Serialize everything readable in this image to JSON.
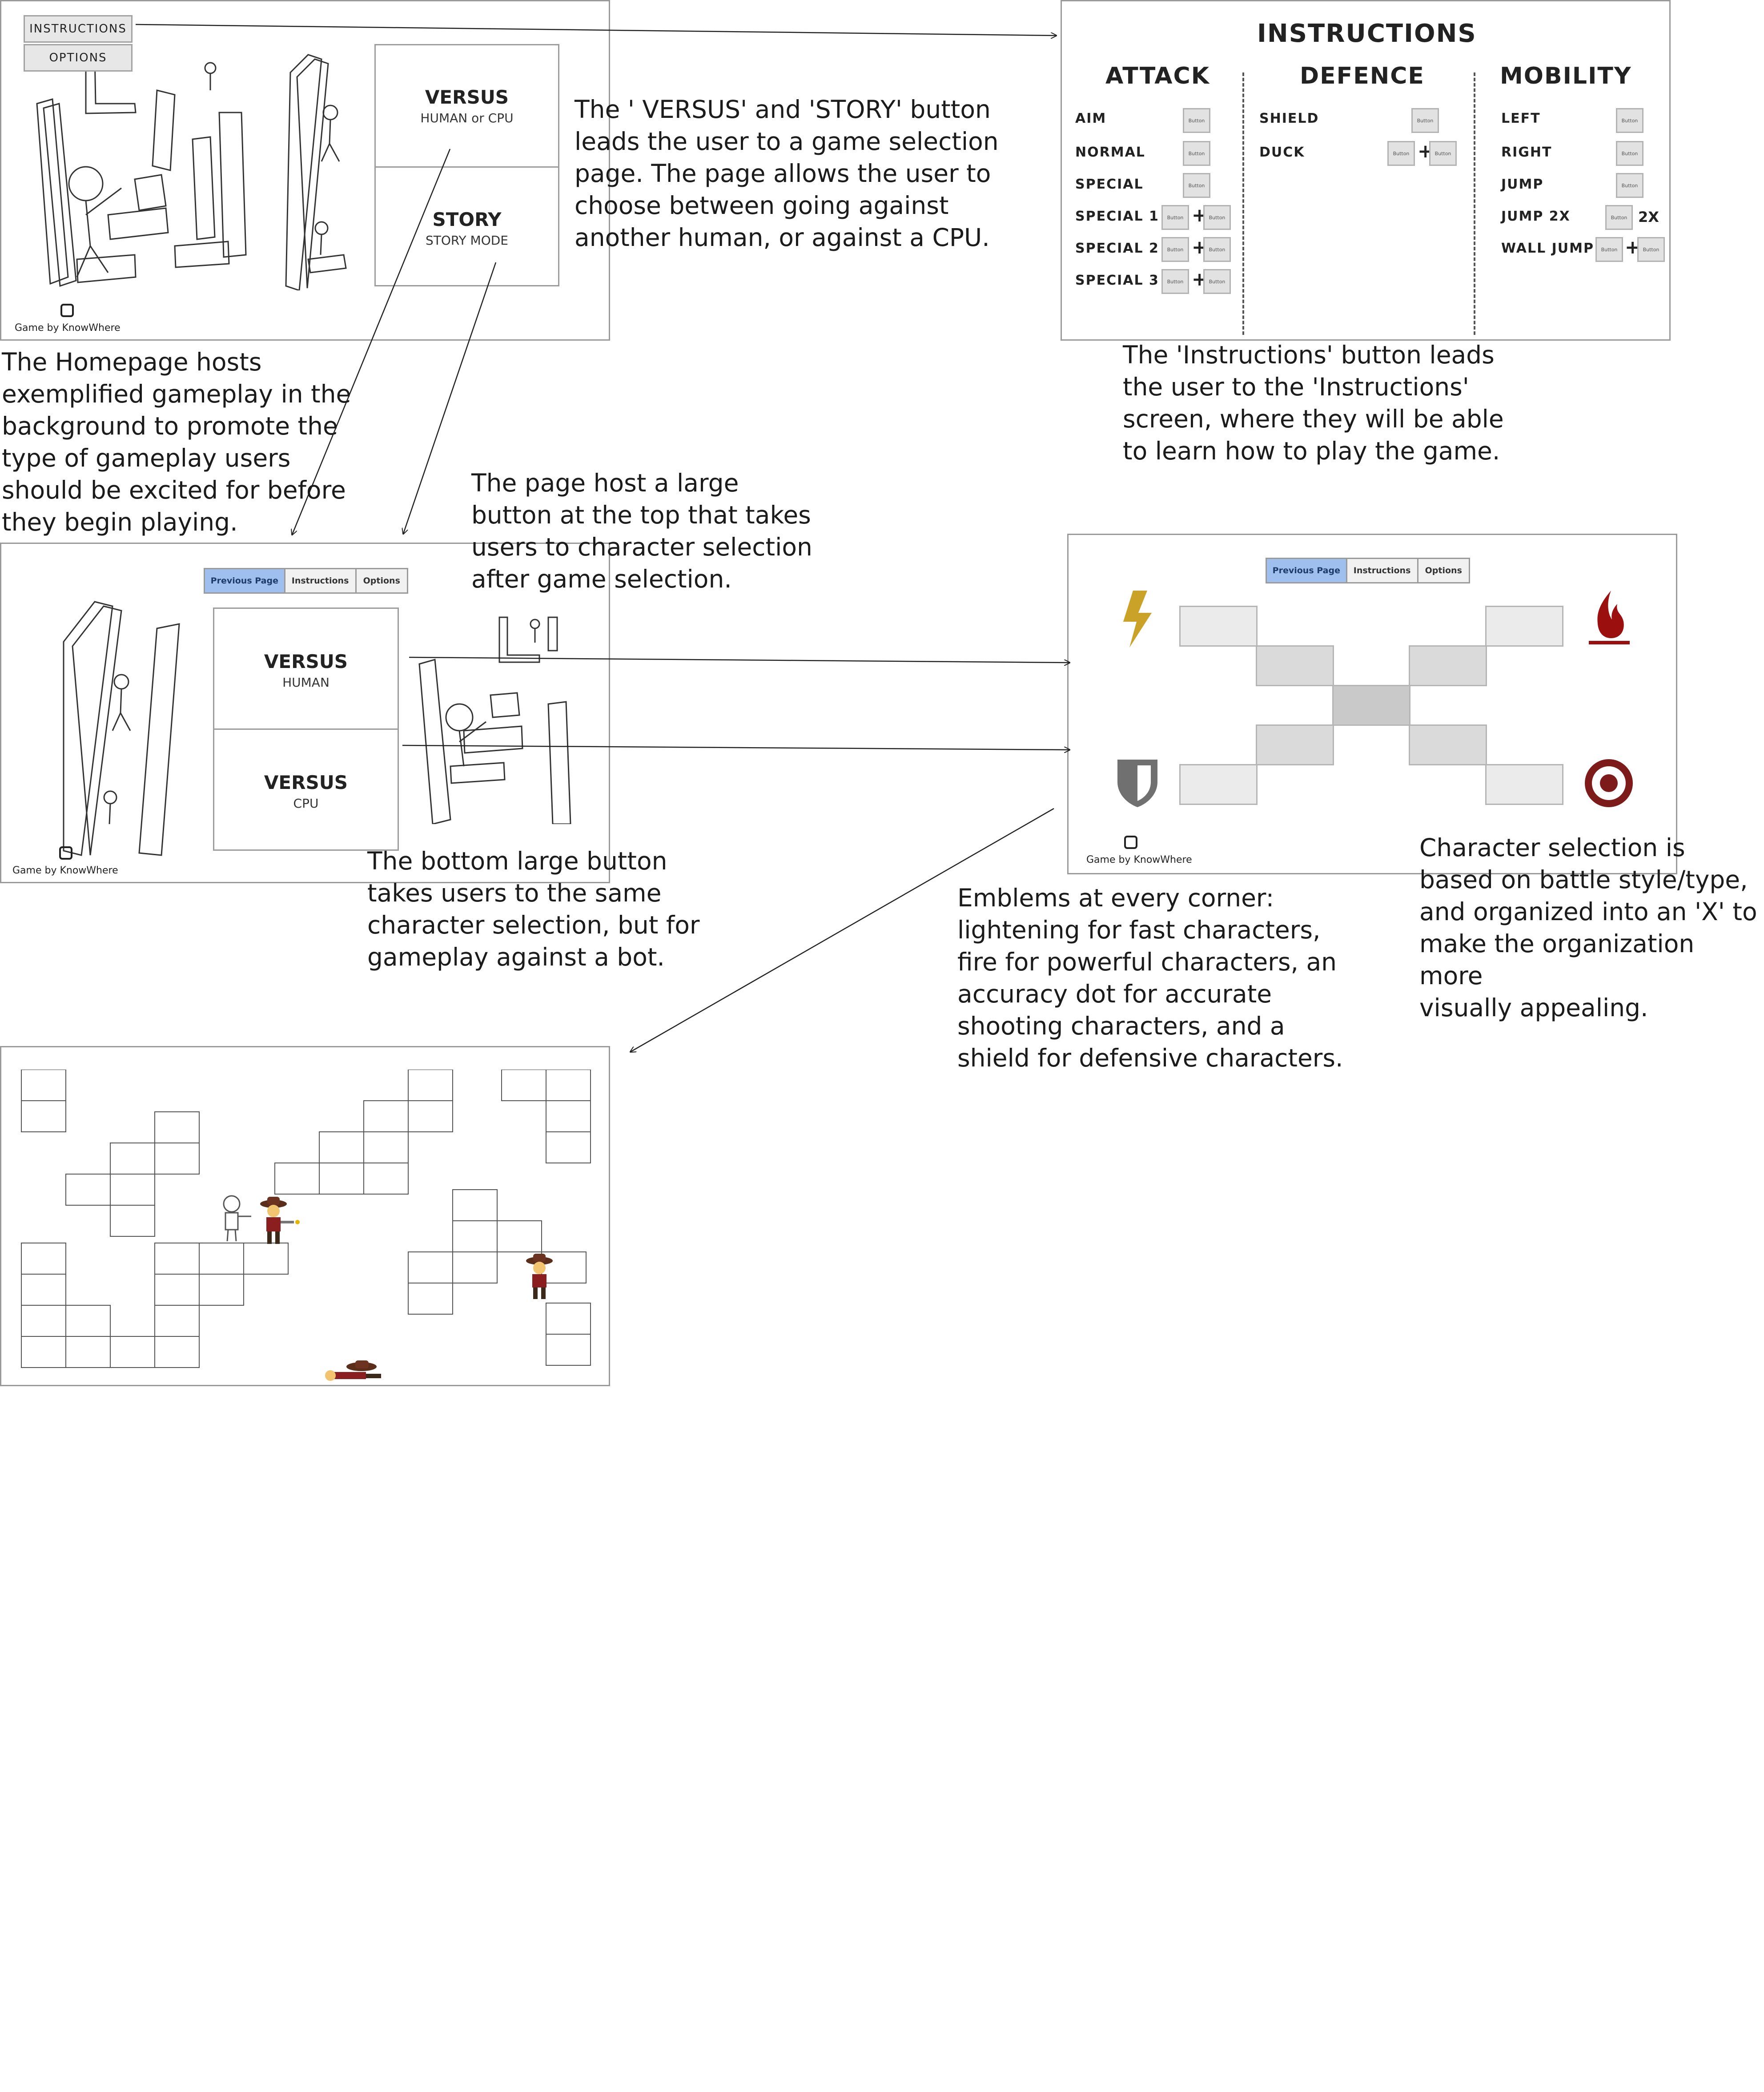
{
  "homepage": {
    "instructions_btn": "INSTRUCTIONS",
    "options_btn": "OPTIONS",
    "versus_title": "VERSUS",
    "versus_sub": "HUMAN or CPU",
    "story_title": "STORY",
    "story_sub": "STORY MODE",
    "credit": "Game by KnowWhere"
  },
  "notes": {
    "versus_story": "The ' VERSUS' and 'STORY' button\nleads the user to a game selection\npage. The page allows the user to\nchoose between going against\nanother human, or against a CPU.",
    "homepage": "The Homepage hosts\nexemplified gameplay in the\nbackground to promote the\ntype of gameplay users\nshould be excited for before\nthey begin playing.",
    "instructions": "The 'Instructions' button leads\nthe user to the 'Instructions'\nscreen, where they will be able\nto learn how to play the game.",
    "large_top": "The page host a large\nbutton at the top that takes\nusers to character selection\nafter game selection.",
    "bottom_btn": "The bottom large button\ntakes users to the same\ncharacter selection, but for\ngameplay against a bot.",
    "emblems": "Emblems at every corner:\nlightening for fast characters,\nfire for powerful characters, an\naccuracy dot for accurate\nshooting characters, and a\nshield for defensive characters.",
    "char_select": "Character selection is\nbased on battle style/type,\nand organized into an 'X' to\nmake the organization more\nvisually appealing."
  },
  "instructions_screen": {
    "title": "INSTRUCTIONS",
    "button_text": "Button",
    "plus": "+",
    "columns": [
      {
        "heading": "ATTACK",
        "rows": [
          "AIM",
          "NORMAL",
          "SPECIAL",
          "SPECIAL 1",
          "SPECIAL 2",
          "SPECIAL 3"
        ]
      },
      {
        "heading": "DEFENCE",
        "rows": [
          "SHIELD",
          "DUCK"
        ]
      },
      {
        "heading": "MOBILITY",
        "rows": [
          "LEFT",
          "RIGHT",
          "JUMP",
          "JUMP 2X",
          "WALL JUMP"
        ],
        "jump_suffix": "2X"
      }
    ]
  },
  "game_select": {
    "tabs": [
      "Previous Page",
      "Instructions",
      "Options"
    ],
    "versus_human_title": "VERSUS",
    "versus_human_sub": "HUMAN",
    "versus_cpu_title": "VERSUS",
    "versus_cpu_sub": "CPU",
    "credit": "Game by KnowWhere"
  },
  "char_select_screen": {
    "tabs": [
      "Previous Page",
      "Instructions",
      "Options"
    ],
    "credit": "Game by KnowWhere",
    "emblems": {
      "top_left": "lightning-icon",
      "top_right": "fire-icon",
      "bottom_left": "shield-icon",
      "bottom_right": "target-icon"
    },
    "colors": {
      "lightning": "#c9a227",
      "fire": "#9c0f0f",
      "shield": "#707070",
      "target": "#7d1a1a",
      "active_tab": "#9fc0ef"
    }
  }
}
